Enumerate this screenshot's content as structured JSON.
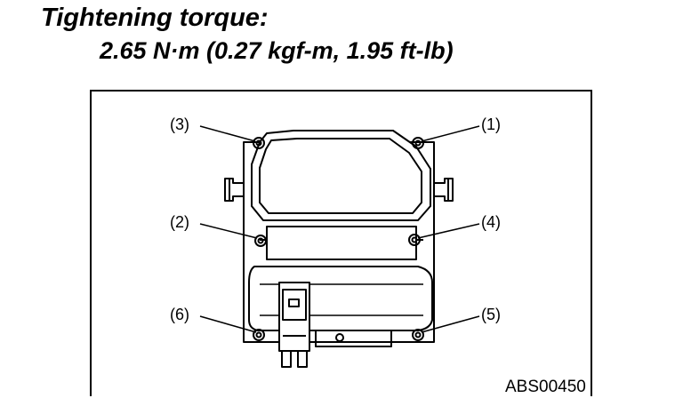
{
  "heading": {
    "title": "Tightening torque:",
    "value": "2.65 N·m (0.27 kgf-m, 1.95 ft-lb)"
  },
  "diagram": {
    "code": "ABS00450",
    "bolts": [
      "(1)",
      "(2)",
      "(3)",
      "(4)",
      "(5)",
      "(6)"
    ]
  }
}
